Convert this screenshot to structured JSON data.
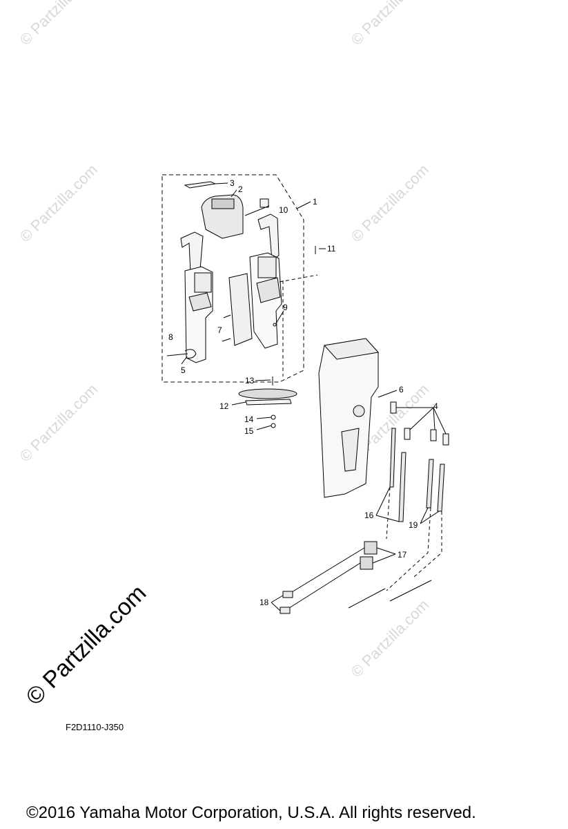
{
  "watermark": {
    "text": "© Partzilla.com"
  },
  "diagram": {
    "part_numbers": [
      "1",
      "2",
      "3",
      "4",
      "5",
      "6",
      "7",
      "8",
      "9",
      "10",
      "11",
      "12",
      "13",
      "14",
      "15",
      "16",
      "17",
      "18",
      "19"
    ]
  },
  "footer": {
    "diagram_code": "F2D1110-J350",
    "copyright": "©2016  Yamaha Motor Corporation, U.S.A. All rights reserved."
  }
}
